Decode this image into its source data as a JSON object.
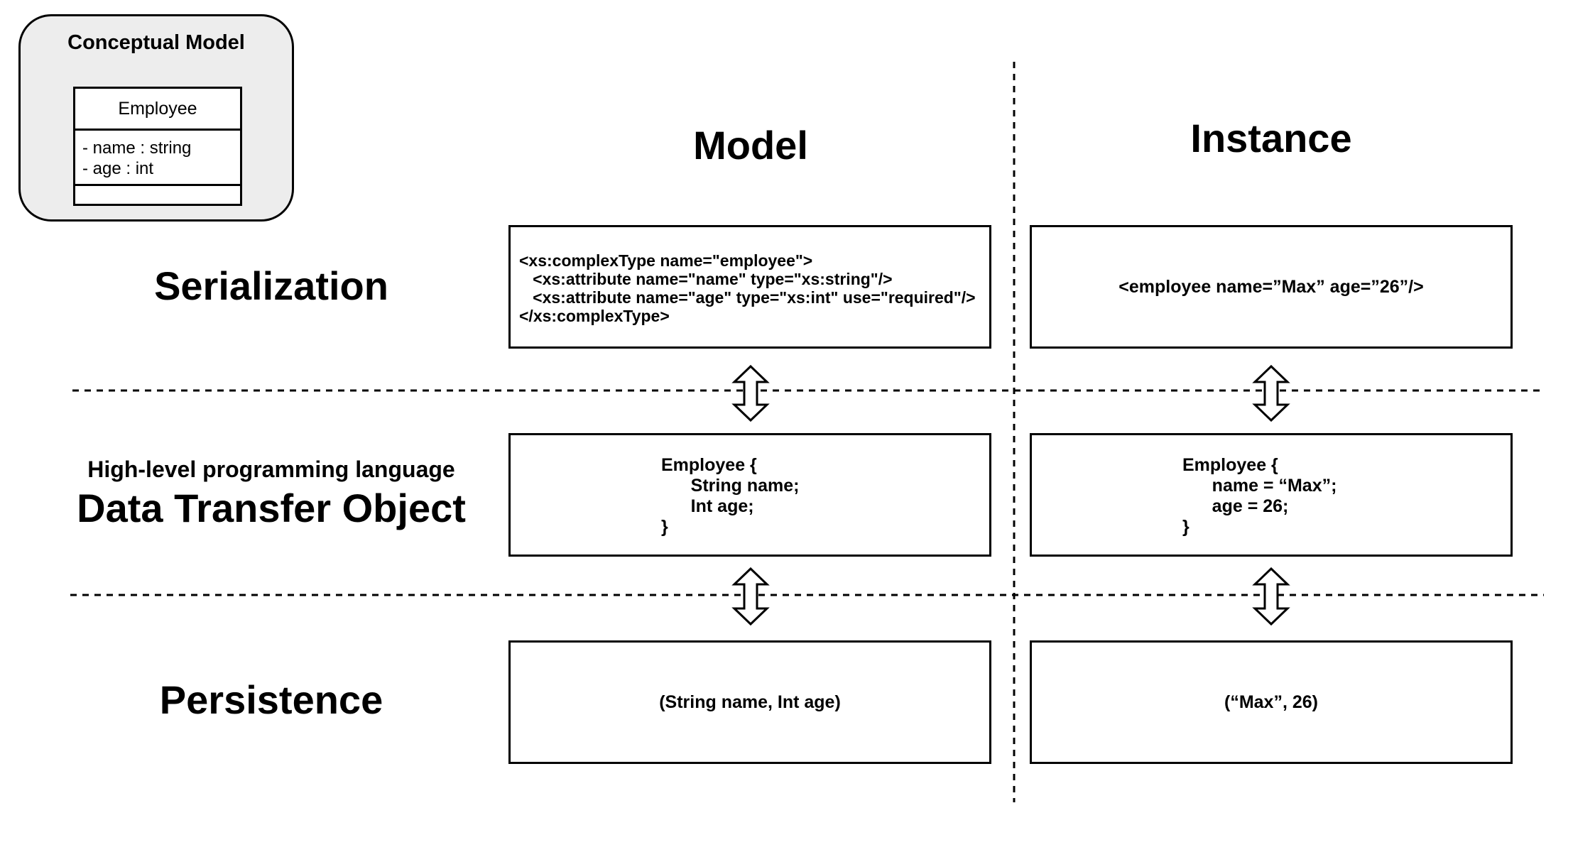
{
  "conceptual_model": {
    "title": "Conceptual Model",
    "class_name": "Employee",
    "attributes": [
      "- name : string",
      "- age : int"
    ]
  },
  "columns": {
    "model": "Model",
    "instance": "Instance"
  },
  "rows": {
    "serialization": "Serialization",
    "dto_caption": "High-level programming language",
    "dto_title": "Data Transfer Object",
    "persistence": "Persistence"
  },
  "serialization": {
    "model_lines": [
      "<xs:complexType name=\"employee\">",
      "   <xs:attribute name=\"name\" type=\"xs:string\"/>",
      "   <xs:attribute name=\"age\" type=\"xs:int\" use=\"required\"/>",
      "</xs:complexType>"
    ],
    "instance": "<employee name=”Max” age=”26”/>"
  },
  "dto": {
    "model_lines": [
      "Employee {",
      "      String name;",
      "      Int age;",
      "}"
    ],
    "instance_lines": [
      "Employee {",
      "      name = “Max”;",
      "      age = 26;",
      "}"
    ]
  },
  "persistence": {
    "model": "(String name, Int age)",
    "instance": "(“Max”, 26)"
  }
}
